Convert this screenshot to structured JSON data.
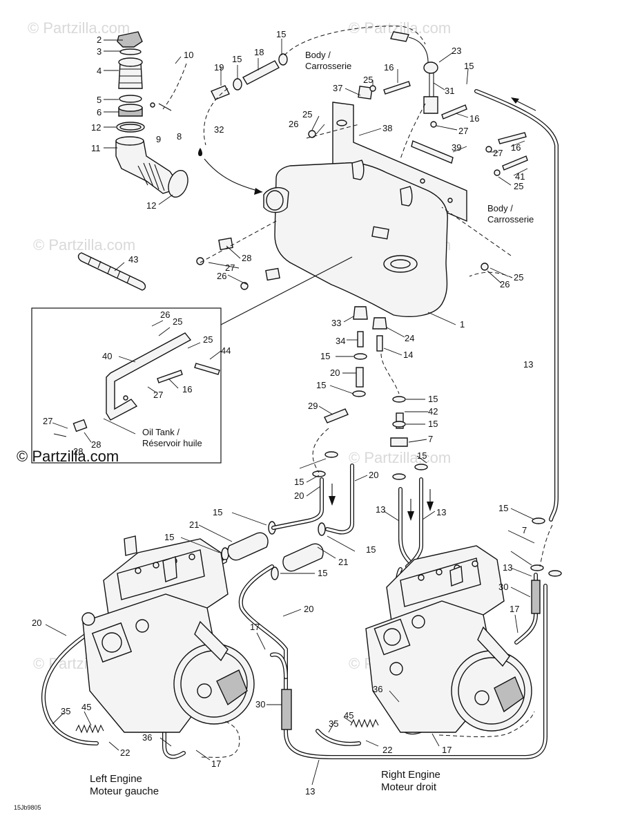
{
  "watermark": "© Partzilla.com",
  "labels": {
    "body_1": "Body /",
    "body_1b": "Carrosserie",
    "body_2": "Body /",
    "body_2b": "Carrosserie",
    "oil_tank": "Oil Tank /",
    "oil_tank_b": "Réservoir huile",
    "left_engine": "Left Engine",
    "left_engine_b": "Moteur gauche",
    "right_engine": "Right Engine",
    "right_engine_b": "Moteur droit",
    "drawing_code": "15Jb9805",
    "oil_symbol_note": "32"
  },
  "callouts": [
    "2",
    "3",
    "4",
    "5",
    "6",
    "12",
    "11",
    "12",
    "10",
    "9",
    "8",
    "19",
    "15",
    "18",
    "15",
    "37",
    "25",
    "26",
    "25",
    "16",
    "23",
    "15",
    "31",
    "16",
    "27",
    "38",
    "39",
    "16",
    "27",
    "41",
    "25",
    "43",
    "28",
    "27",
    "26",
    "26",
    "25",
    "1",
    "33",
    "34",
    "24",
    "14",
    "15",
    "20",
    "15",
    "29",
    "15",
    "42",
    "15",
    "7",
    "15",
    "15",
    "20",
    "20",
    "13",
    "13",
    "26",
    "25",
    "40",
    "25",
    "44",
    "27",
    "16",
    "27",
    "28",
    "28",
    "15",
    "21",
    "15",
    "15",
    "21",
    "15",
    "13",
    "7",
    "15",
    "13",
    "30",
    "17",
    "20",
    "20",
    "17",
    "36",
    "35",
    "45",
    "22",
    "30",
    "35",
    "45",
    "22",
    "17",
    "36",
    "17",
    "13",
    "13"
  ]
}
